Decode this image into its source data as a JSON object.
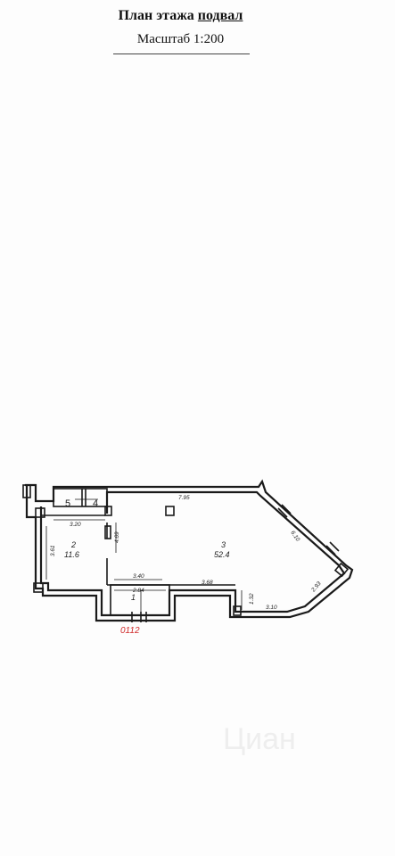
{
  "header": {
    "title_prefix": "План этажа",
    "title_floor": "подвал",
    "scale": "Масштаб 1:200"
  },
  "rooms": [
    {
      "number": "5",
      "area": ""
    },
    {
      "number": "4",
      "area": ""
    },
    {
      "number": "2",
      "area": "11.6"
    },
    {
      "number": "3",
      "area": "52.4"
    },
    {
      "number": "1",
      "area": ""
    }
  ],
  "dimensions": {
    "d_795": "7.95",
    "d_320": "3.20",
    "d_469": "4.69",
    "d_361": "3.61",
    "d_610": "6.10",
    "d_340": "3.40",
    "d_284": "2.84",
    "d_368": "3.68",
    "d_132": "1.32",
    "d_293": "2.93",
    "d_310": "3.10"
  },
  "inventory_number": "0112",
  "watermark": "Циан",
  "colors": {
    "ink": "#1a1a1a",
    "inventory": "#d02a2a"
  }
}
